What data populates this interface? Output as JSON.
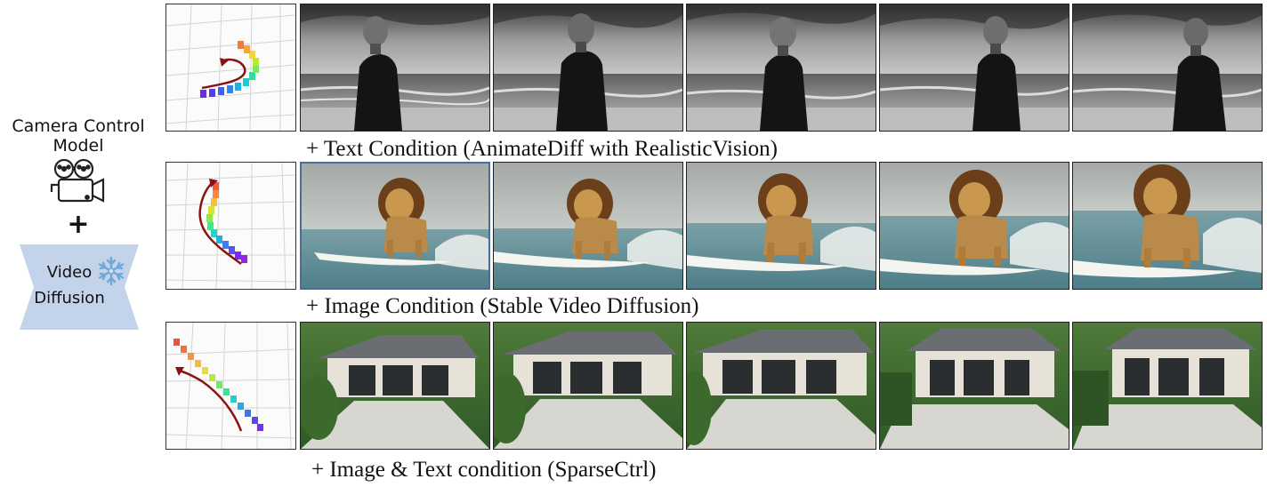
{
  "left_panel": {
    "model_label_line1": "Camera Control",
    "model_label_line2": "Model",
    "plus": "+",
    "diffusion_label_line1": "Video",
    "diffusion_label_line2": "Diffusion",
    "icons": [
      "film-camera-icon",
      "snowflake-icon"
    ],
    "diffusion_color": "#c3d3ea"
  },
  "rows": [
    {
      "caption": "+ Text Condition (AnimateDiff with RealisticVision)",
      "content": "grayscale man standing by the ocean",
      "frame_count": 5
    },
    {
      "caption": "+ Image Condition (Stable Video Diffusion)",
      "content": "lion on a surfboard on the sea",
      "frame_count": 5
    },
    {
      "caption": "+ Image & Text condition (SparseCtrl)",
      "content": "modern house with driveway and garden",
      "frame_count": 5
    }
  ],
  "colors": {
    "trajectory_arrow": "#8b1212",
    "image_condition_frame_border": "#4a6e9a"
  }
}
